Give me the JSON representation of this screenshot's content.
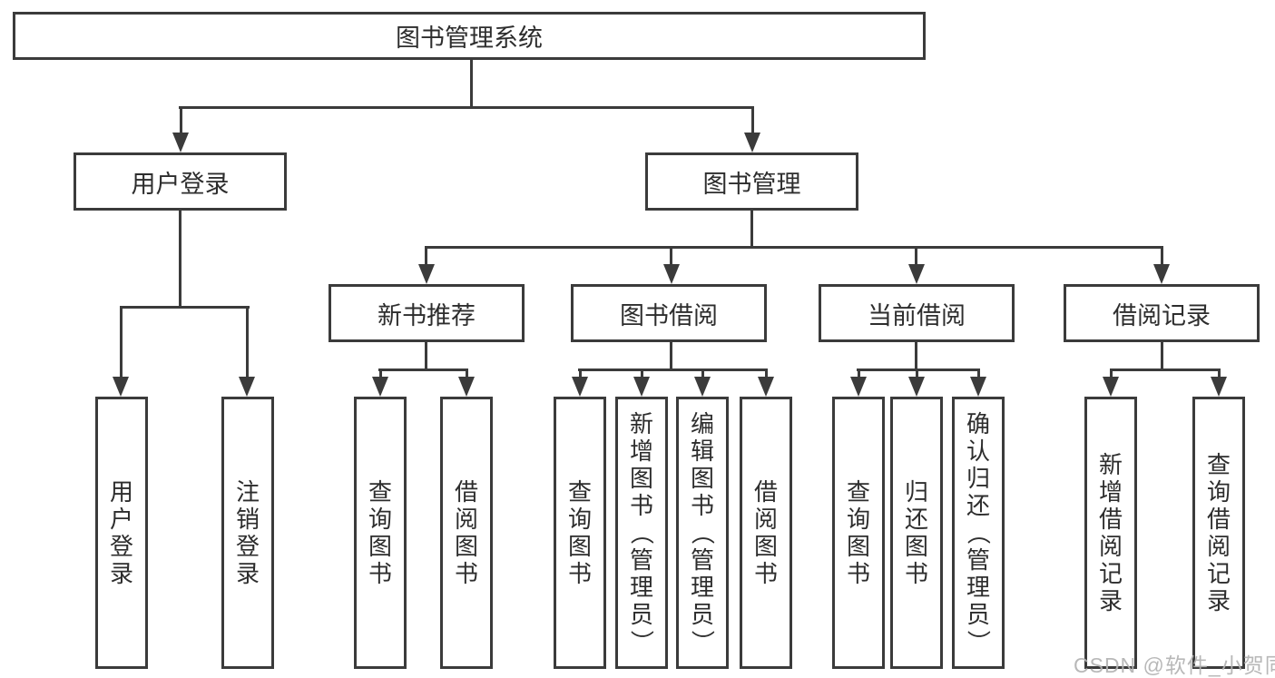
{
  "nodes": {
    "root": {
      "label": "图书管理系统"
    },
    "level2": [
      {
        "label": "用户登录"
      },
      {
        "label": "图书管理"
      }
    ],
    "level3": [
      {
        "label": "新书推荐",
        "parent": "图书管理"
      },
      {
        "label": "图书借阅",
        "parent": "图书管理"
      },
      {
        "label": "当前借阅",
        "parent": "图书管理"
      },
      {
        "label": "借阅记录",
        "parent": "图书管理"
      }
    ],
    "leaves": [
      {
        "label": "用户登录",
        "parent": "用户登录"
      },
      {
        "label": "注销登录",
        "parent": "用户登录"
      },
      {
        "label": "查询图书",
        "parent": "新书推荐"
      },
      {
        "label": "借阅图书",
        "parent": "新书推荐"
      },
      {
        "label": "查询图书",
        "parent": "图书借阅"
      },
      {
        "label": "新增图书（管理员）",
        "parent": "图书借阅"
      },
      {
        "label": "编辑图书（管理员）",
        "parent": "图书借阅"
      },
      {
        "label": "借阅图书",
        "parent": "图书借阅"
      },
      {
        "label": "查询图书",
        "parent": "当前借阅"
      },
      {
        "label": "归还图书",
        "parent": "当前借阅"
      },
      {
        "label": "确认归还（管理员）",
        "parent": "当前借阅"
      },
      {
        "label": "新增借阅记录",
        "parent": "借阅记录"
      },
      {
        "label": "查询借阅记录",
        "parent": "借阅记录"
      }
    ]
  },
  "hierarchy": {
    "图书管理系统": {
      "用户登录": [
        "用户登录",
        "注销登录"
      ],
      "图书管理": {
        "新书推荐": [
          "查询图书",
          "借阅图书"
        ],
        "图书借阅": [
          "查询图书",
          "新增图书（管理员）",
          "编辑图书（管理员）",
          "借阅图书"
        ],
        "当前借阅": [
          "查询图书",
          "归还图书",
          "确认归还（管理员）"
        ],
        "借阅记录": [
          "新增借阅记录",
          "查询借阅记录"
        ]
      }
    }
  },
  "watermark": {
    "text": "CSDN @软件_小贺同学"
  },
  "colors": {
    "line": "#3b3b3b",
    "text": "#2d2d2d",
    "background": "#ffffff",
    "watermark": "#b3b3b3"
  }
}
